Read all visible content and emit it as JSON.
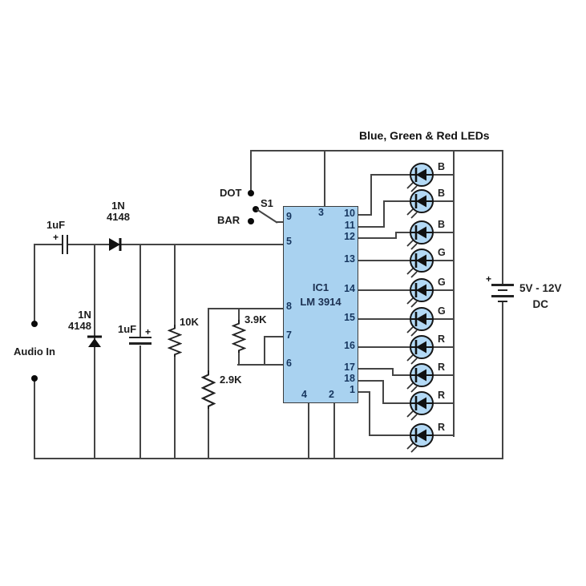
{
  "title": "Blue, Green & Red LEDs",
  "switch": {
    "dot_label": "DOT",
    "s1_label": "S1",
    "bar_label": "BAR"
  },
  "ic": {
    "ref": "IC1",
    "part": "LM 3914",
    "pins_left": [
      "9",
      "5",
      "8",
      "7",
      "6"
    ],
    "pin_top": "3",
    "pins_right": [
      "10",
      "11",
      "12",
      "13",
      "14",
      "15",
      "16",
      "17",
      "18",
      "1"
    ],
    "pins_bottom": [
      "4",
      "2"
    ]
  },
  "components": {
    "c1": {
      "value": "1uF",
      "polarity": "+"
    },
    "d1": {
      "line1": "1N",
      "line2": "4148"
    },
    "d2": {
      "line1": "1N",
      "line2": "4148"
    },
    "c2": {
      "value": "1uF",
      "polarity": "+"
    },
    "r1": {
      "value": "10K"
    },
    "r2": {
      "value": "2.9K"
    },
    "r3": {
      "value": "3.9K"
    }
  },
  "audio_in_label": "Audio In",
  "battery": {
    "polarity": "+",
    "line1": "5V - 12V",
    "line2": "DC"
  },
  "leds": {
    "labels": [
      "B",
      "B",
      "B",
      "G",
      "G",
      "G",
      "R",
      "R",
      "R",
      "R"
    ]
  },
  "colors": {
    "ic_fill": "#a9d2f0",
    "led_fill": "#b3d9f5",
    "wire": "#454545"
  }
}
